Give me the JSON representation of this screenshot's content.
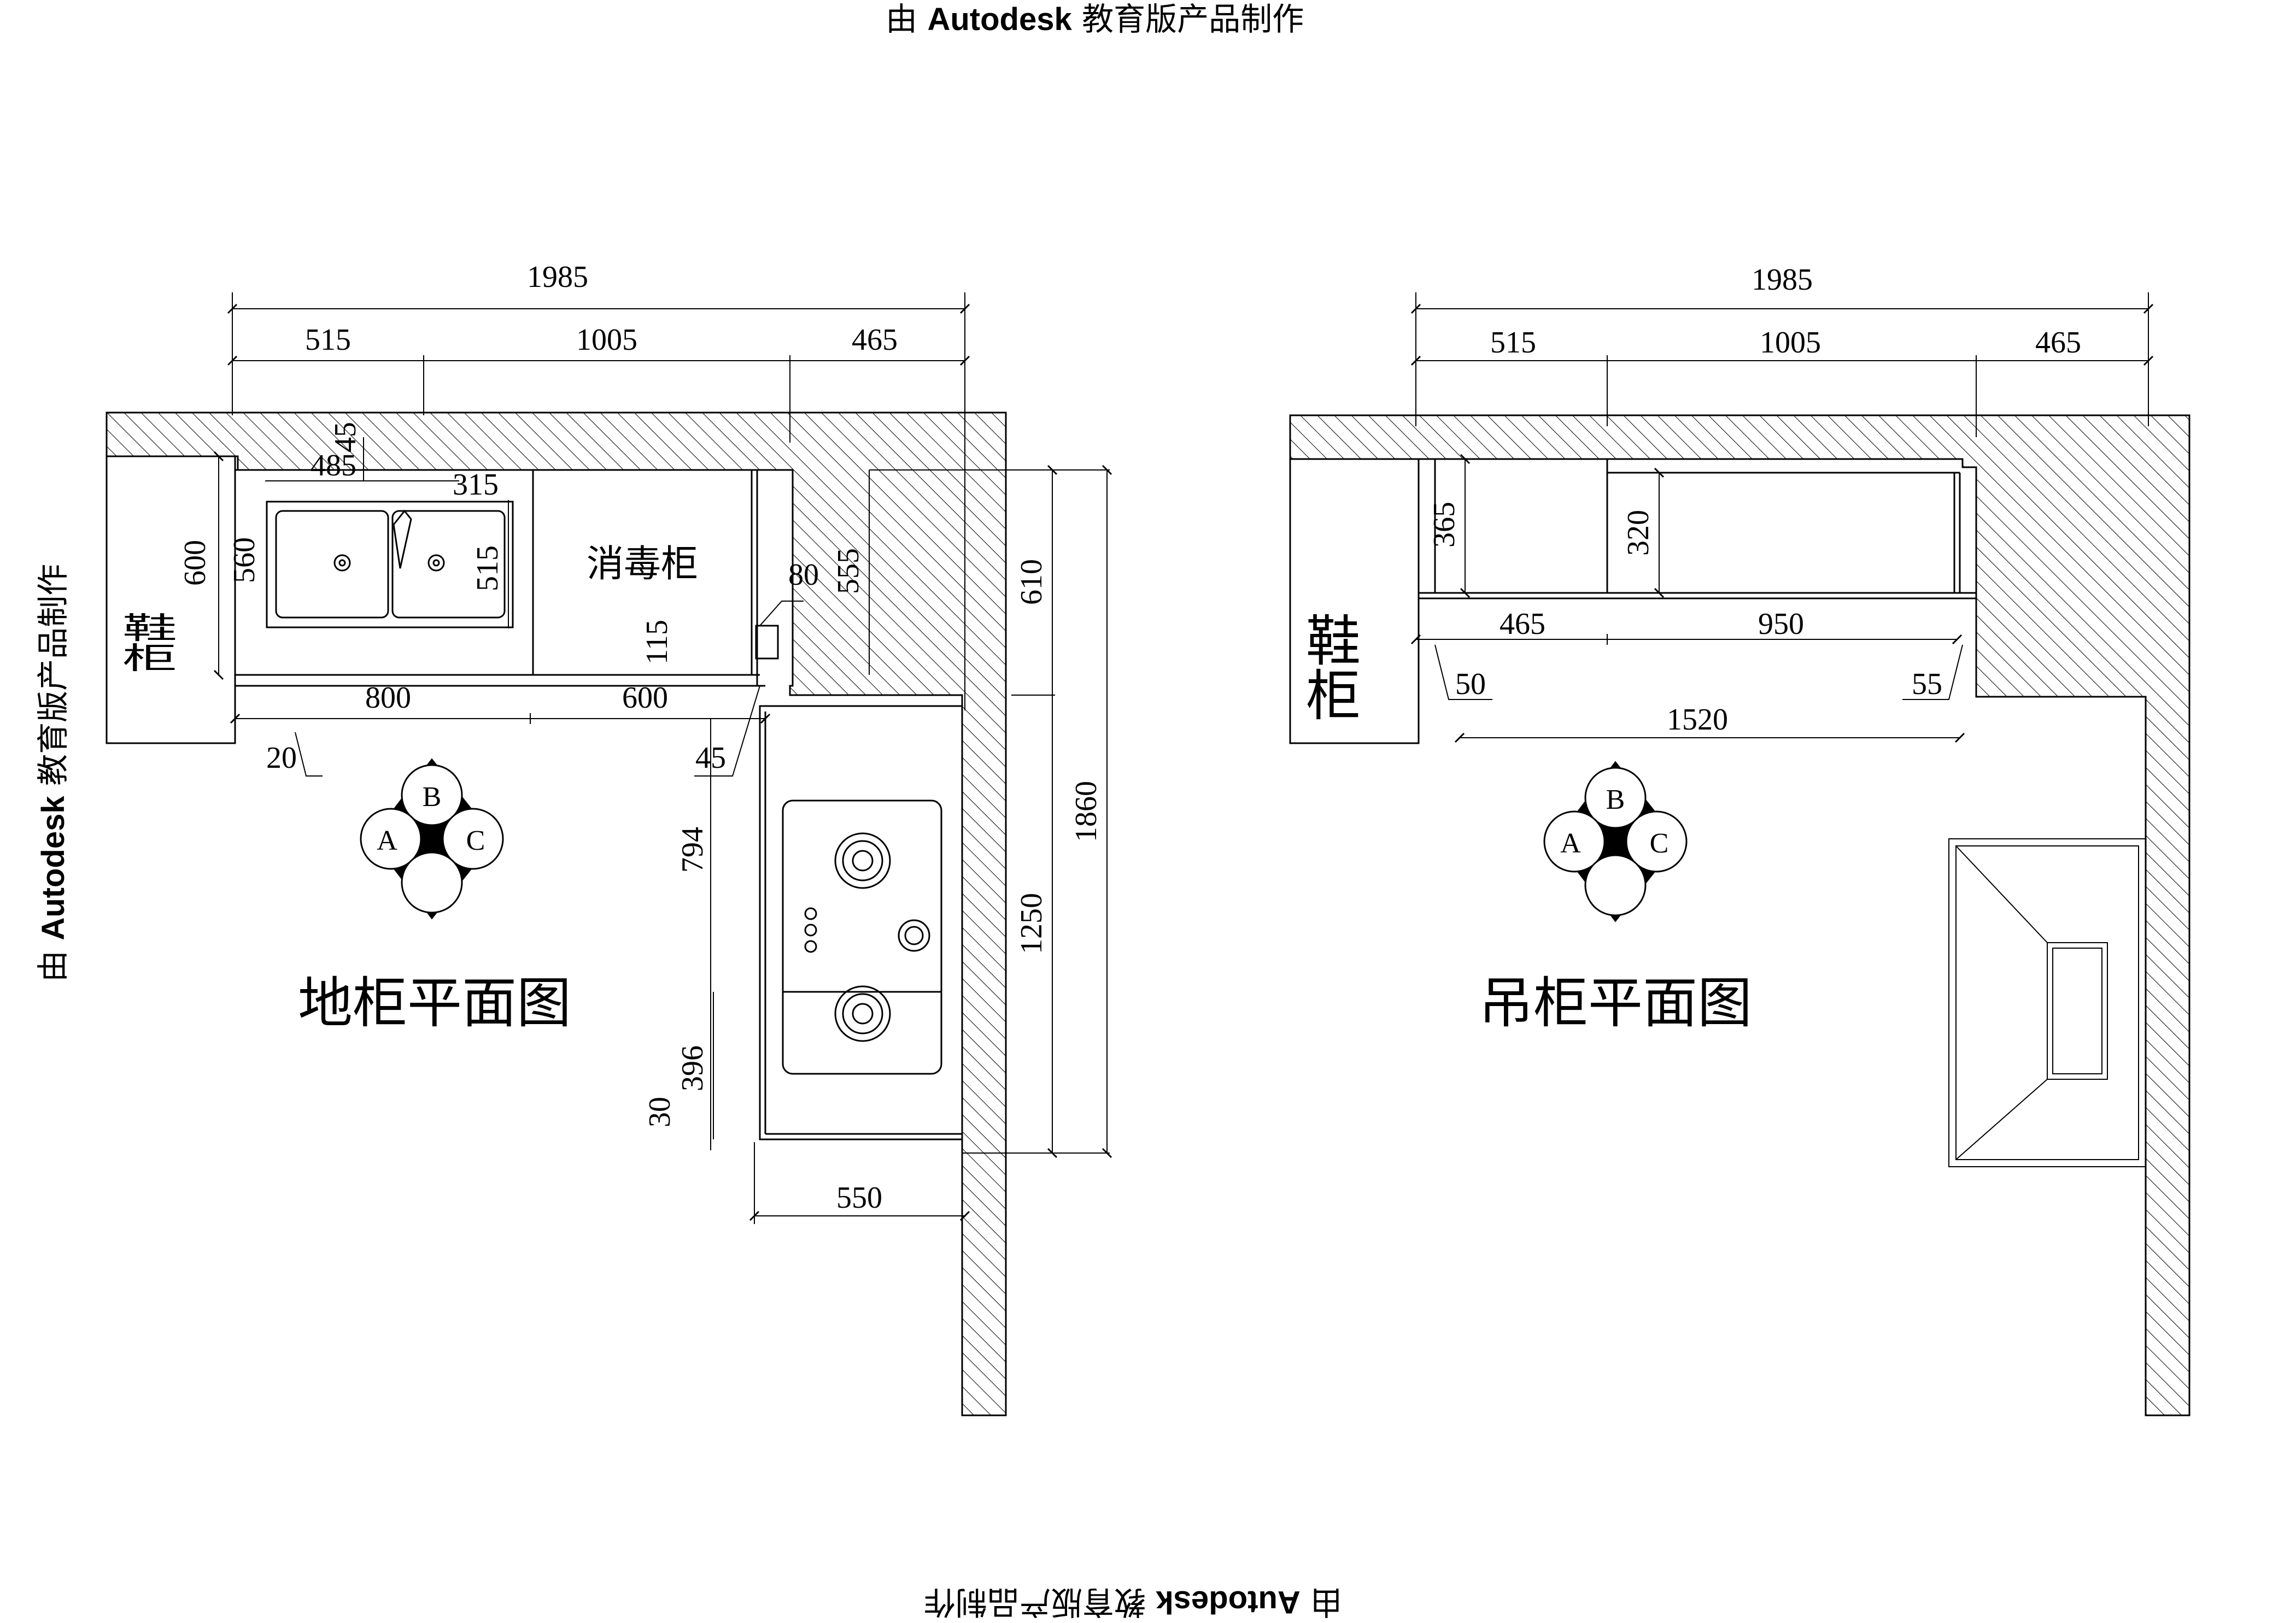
{
  "watermark": {
    "prefix": "由",
    "brand": "Autodesk",
    "suffix": "教育版产品制作"
  },
  "left_plan": {
    "title": "地柜平面图",
    "shoe_cabinet": "鞋柜",
    "steriliser": "消毒柜",
    "compass": {
      "a": "A",
      "b": "B",
      "c": "C"
    },
    "dims": {
      "total": "1985",
      "top_left": "515",
      "top_mid": "1005",
      "top_right": "465",
      "sink_offset": "45",
      "sink_width": "485",
      "sink_right": "315",
      "sink_depth": "515",
      "left_depth": "600",
      "cab_depth": "560",
      "counter_left": "800",
      "counter_right": "600",
      "gap_left": "20",
      "corner_gap": "45",
      "notch_w": "80",
      "notch_h": "555",
      "notch_small": "115",
      "right_upper": "610",
      "right_total": "1860",
      "right_lower": "1250",
      "stove_upper": "794",
      "stove_lower": "396",
      "stove_gap": "30",
      "stove_depth": "550"
    }
  },
  "right_plan": {
    "title": "吊柜平面图",
    "shoe_cabinet": "鞋柜",
    "compass": {
      "a": "A",
      "b": "B",
      "c": "C"
    },
    "dims": {
      "total": "1985",
      "top_left": "515",
      "top_mid": "1005",
      "top_right": "465",
      "cab_left_depth": "365",
      "cab_mid_depth": "320",
      "bottom_left": "465",
      "bottom_mid": "950",
      "gap_left": "50",
      "gap_right": "55",
      "overall": "1520"
    }
  }
}
